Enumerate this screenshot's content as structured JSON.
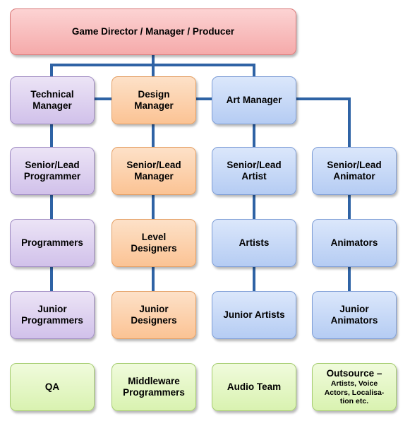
{
  "org_chart": {
    "top": "Game Director / Manager / Producer",
    "managers": {
      "technical": "Technical\nManager",
      "design": "Design\nManager",
      "art": "Art Manager"
    },
    "leads": {
      "programmer": "Senior/Lead\nProgrammer",
      "design": "Senior/Lead\nManager",
      "artist": "Senior/Lead\nArtist",
      "animator": "Senior/Lead\nAnimator"
    },
    "staff": {
      "programmers": "Programmers",
      "level_designers": "Level\nDesigners",
      "artists": "Artists",
      "animators": "Animators"
    },
    "juniors": {
      "programmers": "Junior\nProgrammers",
      "designers": "Junior\nDesigners",
      "artists": "Junior Artists",
      "animators": "Junior\nAnimators"
    },
    "support": {
      "qa": "QA",
      "middleware": "Middleware\nProgrammers",
      "audio": "Audio Team",
      "outsource_title": "Outsource –",
      "outsource_detail": "Artists, Voice\nActors, Localisa-\ntion etc."
    }
  },
  "colors": {
    "connector": "#2f63a5",
    "red": "#f5aaaa",
    "purple": "#d1c1ea",
    "orange": "#fbc394",
    "blue": "#b5ccf3",
    "green": "#d9f2b0"
  }
}
